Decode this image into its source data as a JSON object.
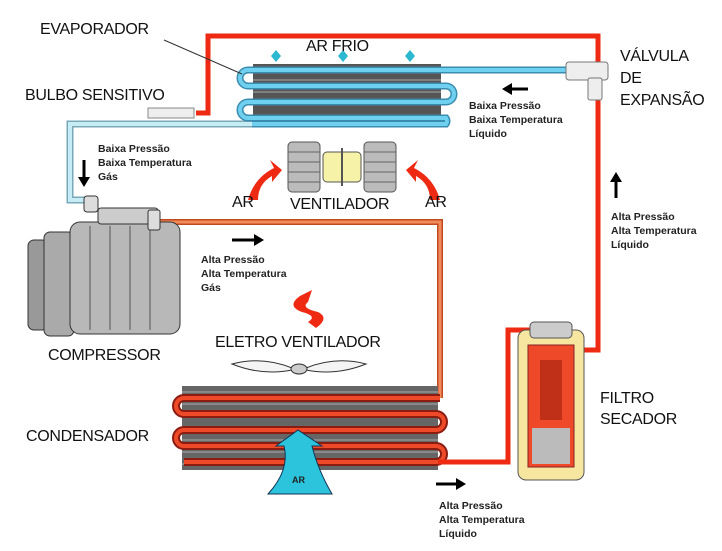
{
  "labels": {
    "evaporador": "EVAPORADOR",
    "ar_frio": "AR FRIO",
    "valvula": [
      "VÁLVULA",
      "DE",
      "EXPANSÃO"
    ],
    "bulbo": "BULBO SENSITIVO",
    "ar_left": "AR",
    "ventilador": "VENTILADOR",
    "ar_right": "AR",
    "compressor": "COMPRESSOR",
    "eletro_ventilador": "ELETRO VENTILADOR",
    "filtro": [
      "FILTRO",
      "SECADOR"
    ],
    "condensador": "CONDENSADOR",
    "ar_condenser": "AR"
  },
  "states": {
    "evap_in": [
      "Baixa Pressão",
      "Baixa Temperatura",
      "Líquido"
    ],
    "suction": [
      "Baixa Pressão",
      "Baixa Temperatura",
      "Gás"
    ],
    "discharge": [
      "Alta Pressão",
      "Alta Temperatura",
      "Gás"
    ],
    "liquid_line": [
      "Alta Pressão",
      "Alta Temperatura",
      "Líquido"
    ],
    "condenser_out": [
      "Alta Pressão",
      "Alta Temperatura",
      "Líquido"
    ]
  },
  "colors": {
    "high_pressure_liquid": "#ee2a12",
    "high_pressure_gas": "#f06a3a",
    "low_pressure_liquid": "#5cc6ea",
    "low_pressure_gas": "#b8e6f2",
    "cold_air": "#2bb8d0"
  }
}
